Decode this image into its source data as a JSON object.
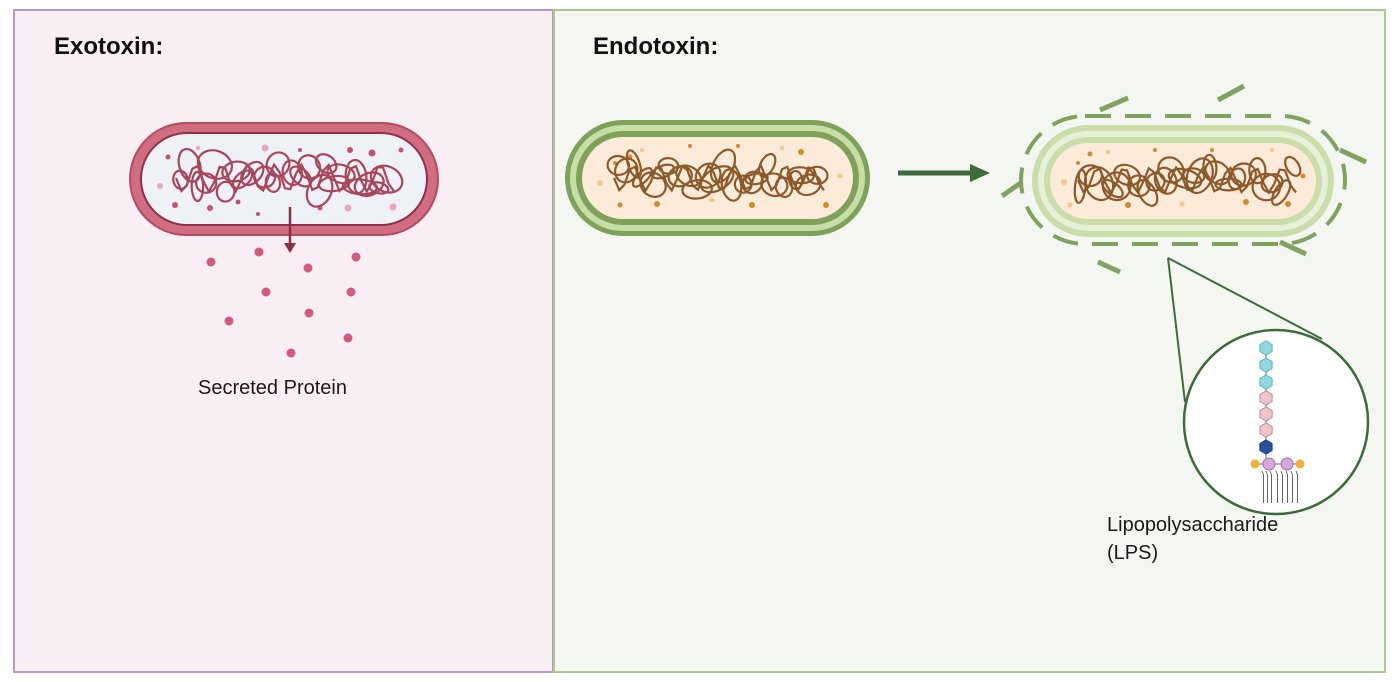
{
  "exotoxin": {
    "title": "Exotoxin:",
    "secreted_label": "Secreted Protein",
    "colors": {
      "panel_bg": "#f9eef4",
      "panel_border": "#b99ac7",
      "cell_wall": "#d16d80",
      "cell_inner": "#eef2f6",
      "dna": "#a8455c",
      "protein": "#d25a80"
    }
  },
  "endotoxin": {
    "title": "Endotoxin:",
    "lps_label_line1": "Lipopolysaccharide",
    "lps_label_line2": "(LPS)",
    "colors": {
      "panel_bg": "#f4f6f1",
      "panel_border": "#a9c98e",
      "cell_wall": "#7ea25a",
      "cell_inner": "#fcebd8",
      "dna": "#8b5a2b",
      "arrow": "#3e6b3a",
      "lps_fragments": "#7fa35f"
    }
  },
  "lps_molecule": {
    "colors": {
      "o_antigen": "#8fd9e0",
      "core": "#f0c4cc",
      "kdo": "#2a4fa0",
      "lipid_a": "#d8a8d8",
      "phosphate": "#f2b233"
    }
  }
}
